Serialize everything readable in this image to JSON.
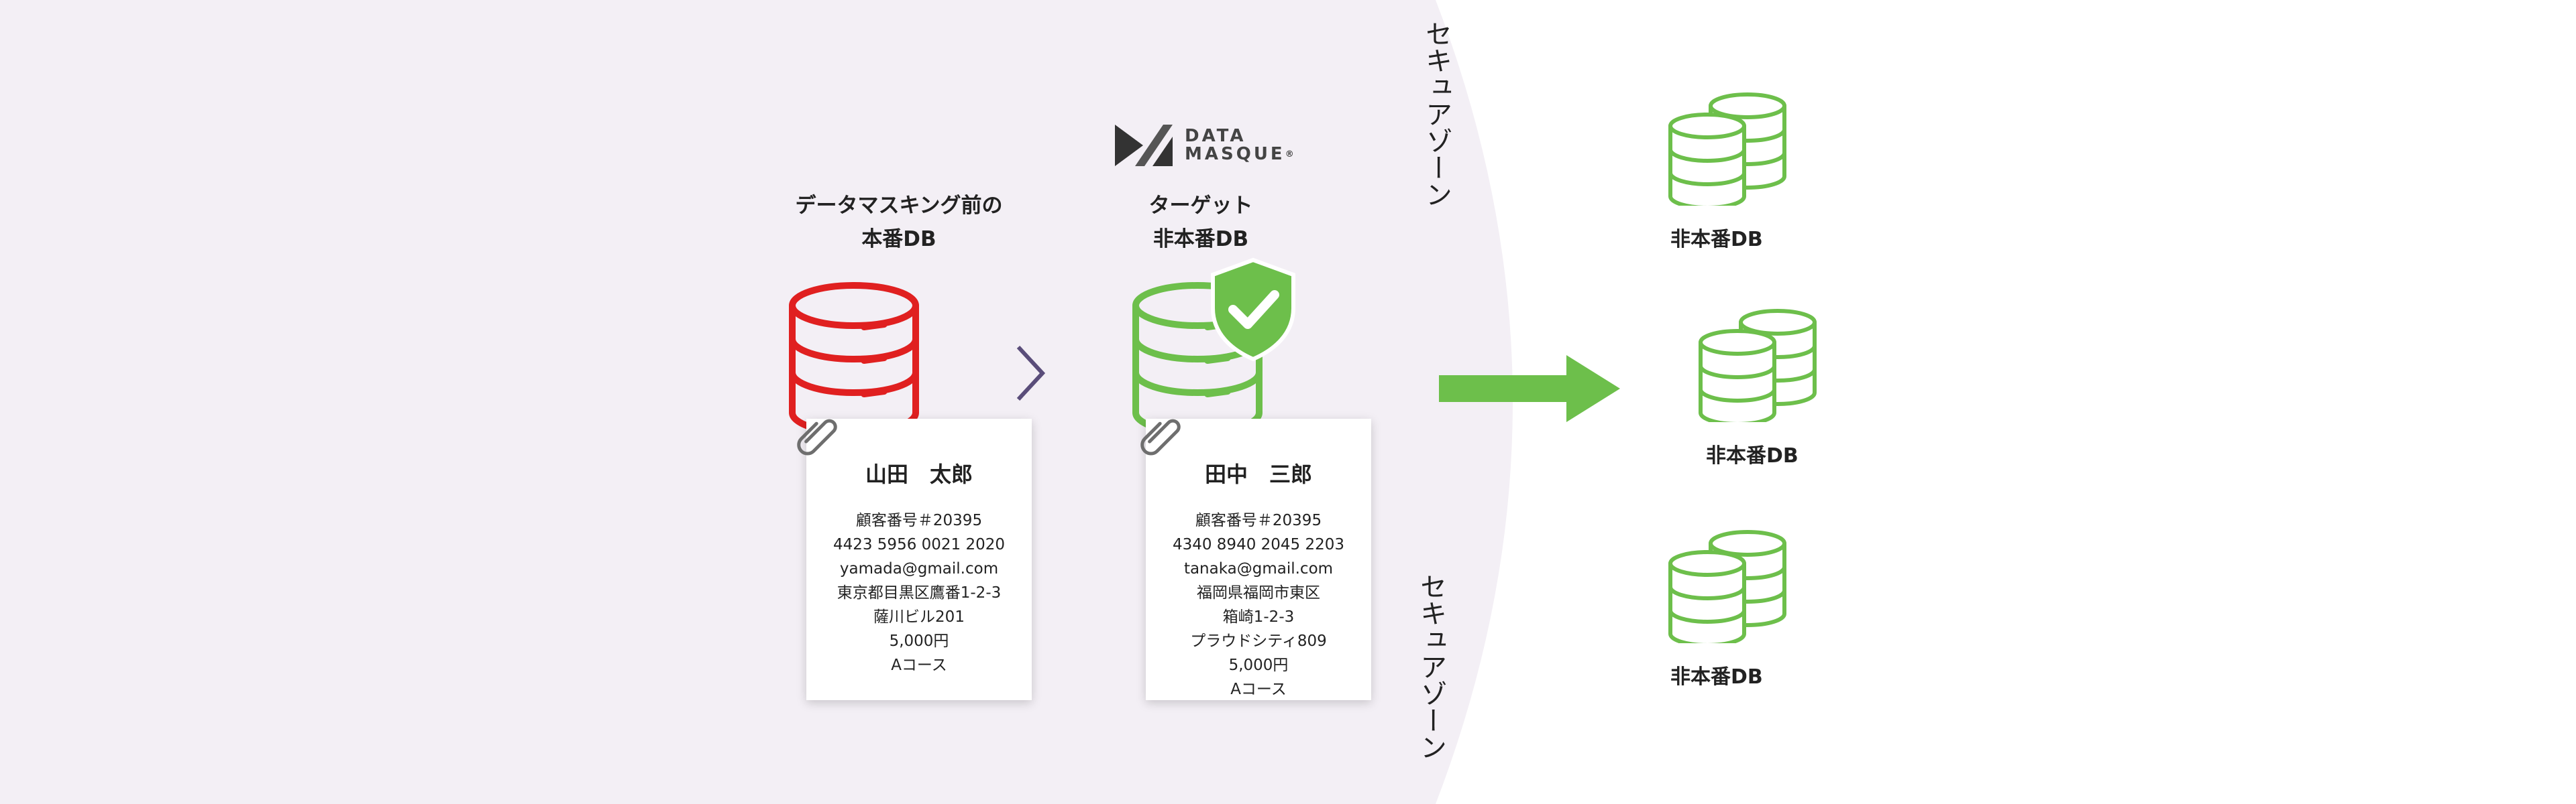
{
  "logo": {
    "line1": "DATA",
    "line2": "MASQUE",
    "mark": "®"
  },
  "source": {
    "heading_line1": "データマスキング前の",
    "heading_line2": "本番DB",
    "icon": "database-icon",
    "color": "#e02020",
    "card": {
      "name": "山田　太郎",
      "lines": [
        "顧客番号＃20395",
        "4423 5956 0021 2020",
        "yamada@gmail.com",
        "東京都目黒区鷹番1-2-3",
        "薩川ビル201",
        "5,000円",
        "Aコース"
      ]
    }
  },
  "target": {
    "heading_line1": "ターゲット",
    "heading_line2": "非本番DB",
    "icon": "database-icon",
    "badge_icon": "shield-check-icon",
    "color": "#6dbf4b",
    "card": {
      "name": "田中　三郎",
      "lines": [
        "顧客番号＃20395",
        "4340 8940 2045 2203",
        "tanaka@gmail.com",
        "福岡県福岡市東区",
        "箱崎1-2-3",
        "プラウドシティ809",
        "5,000円",
        "Aコース"
      ]
    }
  },
  "secure_zone": {
    "label_top": "セキュアゾーン",
    "label_bottom": "セキュアゾーン",
    "background": "#f3eff5"
  },
  "non_prod": [
    {
      "label": "非本番DB"
    },
    {
      "label": "非本番DB"
    },
    {
      "label": "非本番DB"
    }
  ],
  "colors": {
    "arrow": "#6dbf4b",
    "chevron": "#5a4d7a"
  }
}
